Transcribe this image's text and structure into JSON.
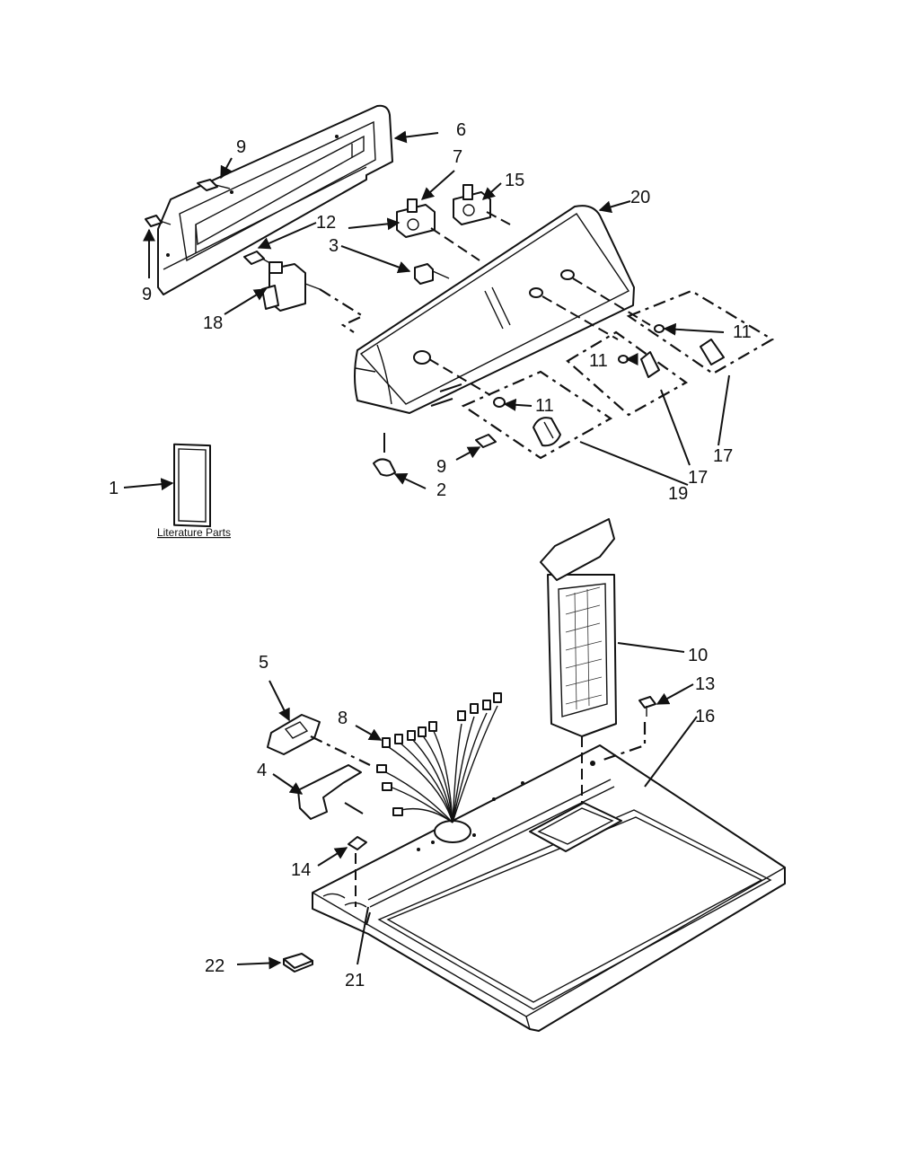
{
  "callouts": {
    "c1": "1",
    "c2": "2",
    "c3": "3",
    "c4": "4",
    "c5": "5",
    "c6": "6",
    "c7": "7",
    "c8": "8",
    "c9a": "9",
    "c9b": "9",
    "c9c": "9",
    "c10": "10",
    "c11a": "11",
    "c11b": "11",
    "c11c": "11",
    "c12": "12",
    "c13": "13",
    "c14": "14",
    "c15": "15",
    "c16": "16",
    "c17a": "17",
    "c17b": "17",
    "c18": "18",
    "c19": "19",
    "c20": "20",
    "c21": "21",
    "c22": "22"
  },
  "literature_label": "Literature Parts"
}
